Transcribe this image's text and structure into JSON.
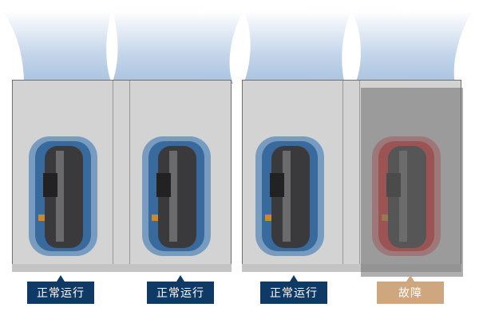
{
  "units": [
    {
      "status": "正常运行",
      "state": "normal"
    },
    {
      "status": "正常运行",
      "state": "normal"
    },
    {
      "status": "正常运行",
      "state": "normal"
    },
    {
      "status": "故障",
      "state": "fault"
    }
  ],
  "colors": {
    "normal_badge": "#0f3a66",
    "fault_badge": "#cfa77e",
    "normal_glow": "#2e6fb0",
    "fault_glow": "#e0282a",
    "airflow": "#b9cde4"
  }
}
